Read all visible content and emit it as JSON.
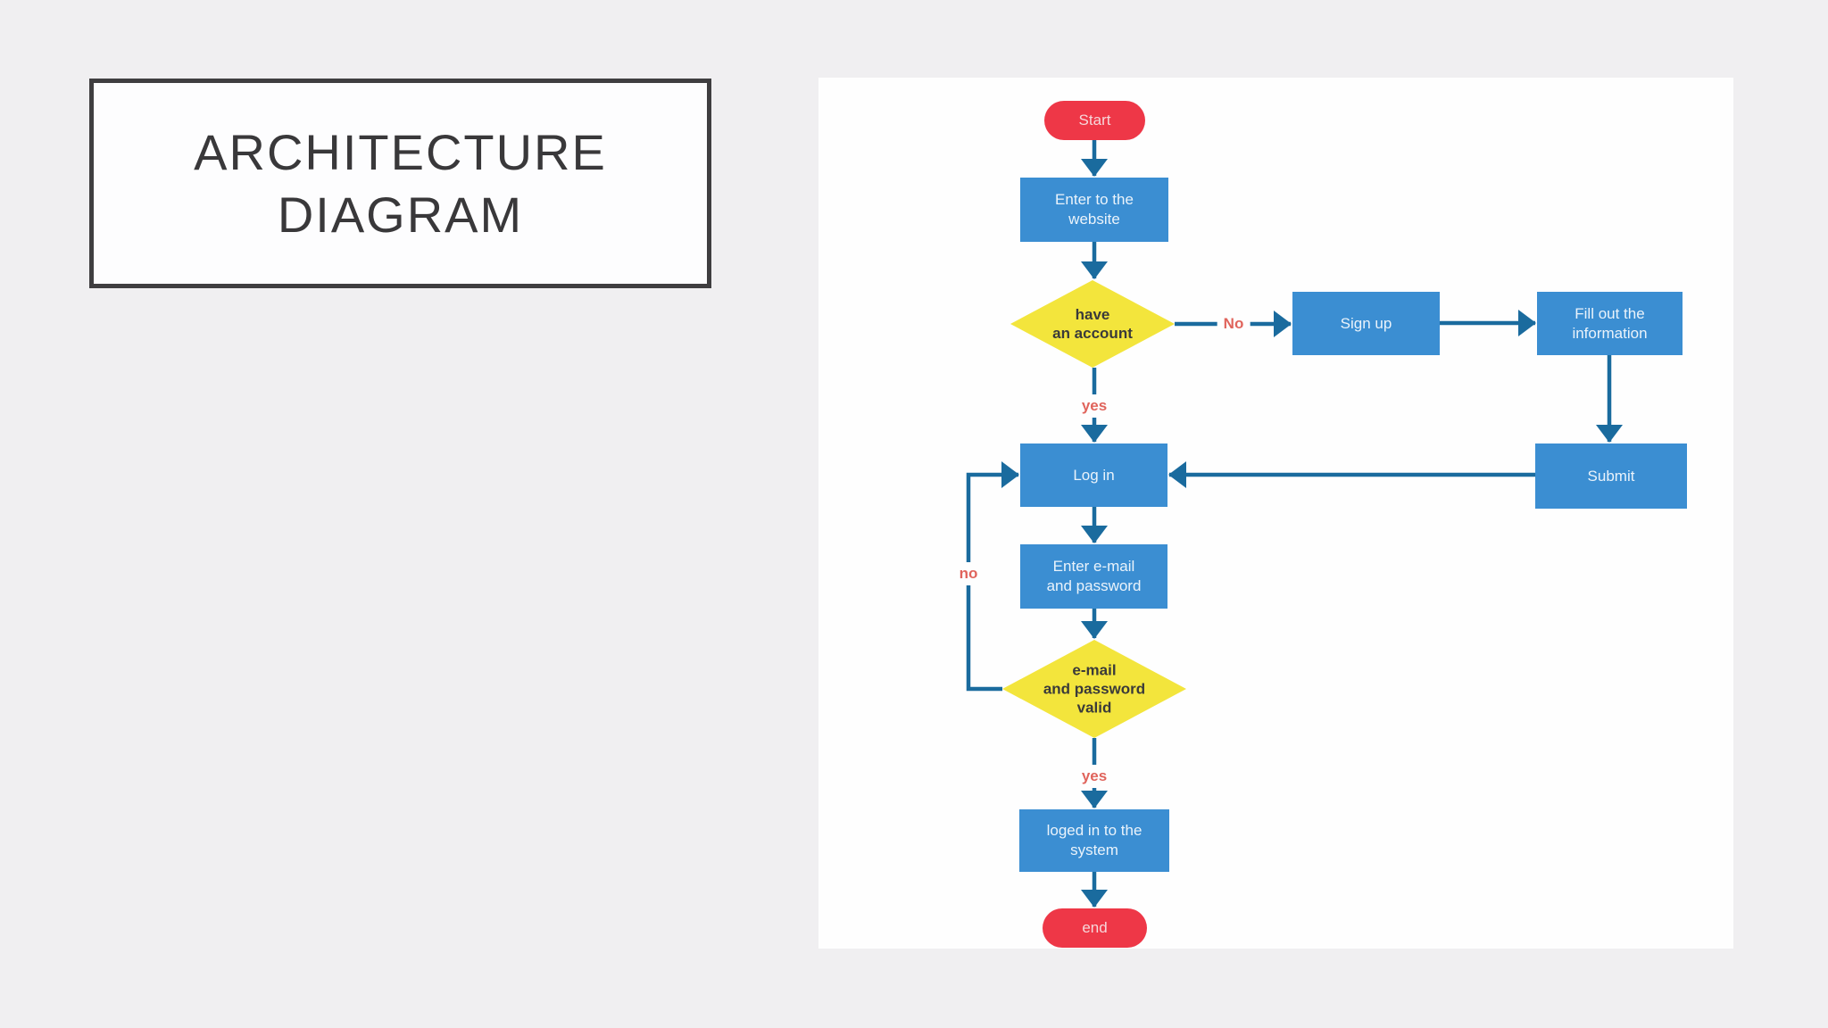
{
  "title": {
    "line1": "ARCHITECTURE",
    "line2": "DIAGRAM"
  },
  "colors": {
    "page_bg": "#f0eff1",
    "panel_bg": "#fefefe",
    "node_blue": "#3b8ed2",
    "node_yellow": "#f3e53c",
    "node_red": "#ee3747",
    "wire": "#1a6b9e",
    "label_red": "#e0645c",
    "title_color": "#39383a",
    "title_border": "#3f3e40",
    "diamond_text": "#3a3a3a"
  },
  "flowchart": {
    "nodes": {
      "start": {
        "label": "Start",
        "type": "terminator"
      },
      "enter_website": {
        "label": "Enter to the\nwebsite",
        "type": "process"
      },
      "have_account": {
        "label": "have\nan account",
        "type": "decision"
      },
      "sign_up": {
        "label": "Sign up",
        "type": "process"
      },
      "fill_info": {
        "label": "Fill out the\ninformation",
        "type": "process"
      },
      "log_in": {
        "label": "Log in",
        "type": "process"
      },
      "submit": {
        "label": "Submit",
        "type": "process"
      },
      "enter_email": {
        "label": "Enter e-mail\nand password",
        "type": "process"
      },
      "email_valid": {
        "label": "e-mail\nand password\nvalid",
        "type": "decision"
      },
      "loged_in": {
        "label": "loged in to the\nsystem",
        "type": "process"
      },
      "end": {
        "label": "end",
        "type": "terminator"
      }
    },
    "edge_labels": {
      "no_account": "No",
      "yes_account": "yes",
      "no_valid": "no",
      "yes_valid": "yes"
    },
    "edges": [
      {
        "from": "start",
        "to": "enter_website"
      },
      {
        "from": "enter_website",
        "to": "have_account"
      },
      {
        "from": "have_account",
        "to": "sign_up",
        "label": "No"
      },
      {
        "from": "have_account",
        "to": "log_in",
        "label": "yes"
      },
      {
        "from": "sign_up",
        "to": "fill_info"
      },
      {
        "from": "fill_info",
        "to": "submit"
      },
      {
        "from": "submit",
        "to": "log_in"
      },
      {
        "from": "log_in",
        "to": "enter_email"
      },
      {
        "from": "enter_email",
        "to": "email_valid"
      },
      {
        "from": "email_valid",
        "to": "log_in",
        "label": "no"
      },
      {
        "from": "email_valid",
        "to": "loged_in",
        "label": "yes"
      },
      {
        "from": "loged_in",
        "to": "end"
      }
    ]
  }
}
